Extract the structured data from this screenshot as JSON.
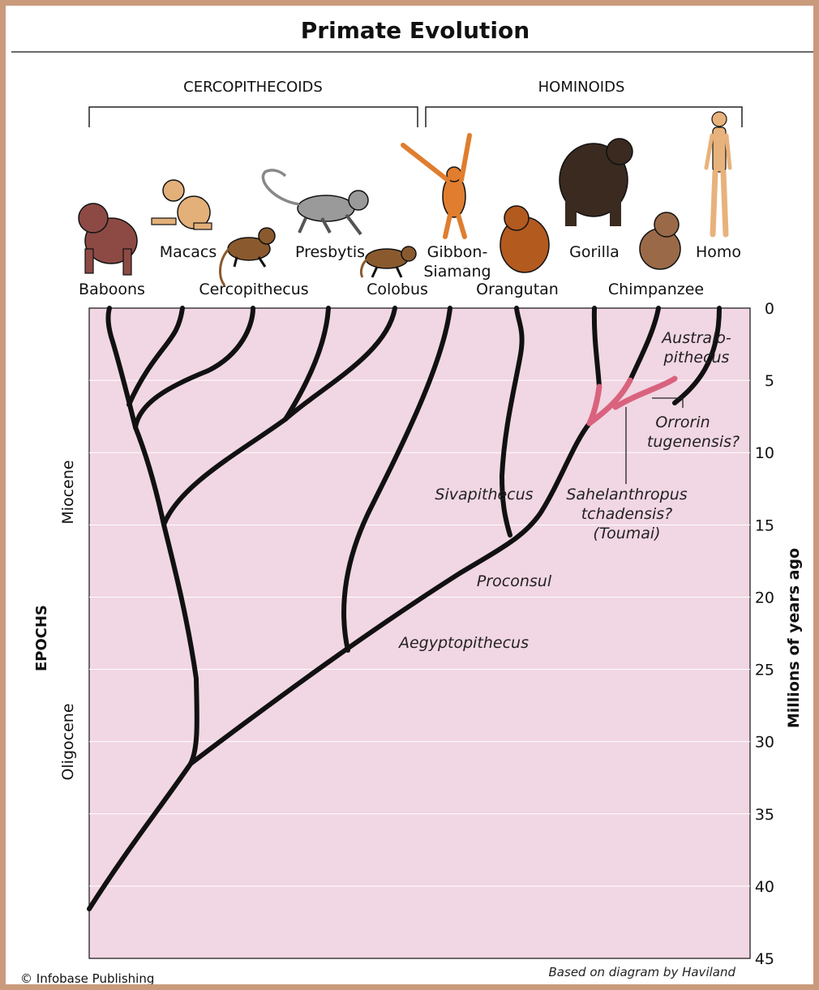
{
  "title": "Primate Evolution",
  "groups": {
    "left": "CERCOPITHECOIDS",
    "right": "HOMINOIDS"
  },
  "taxa": [
    "Baboons",
    "Macacs",
    "Cercopithecus",
    "Presbytis",
    "Colobus",
    "Gibbon-",
    "Siamang",
    "Orangutan",
    "Gorilla",
    "Chimpanzee",
    "Homo"
  ],
  "fossils": {
    "australo_1": "Australo-",
    "australo_2": "pithecus",
    "orrorin_1": "Orrorin",
    "orrorin_2": "tugenensis?",
    "sivapithecus": "Sivapithecus",
    "sahel_1": "Sahelanthropus",
    "sahel_2": "tchadensis?",
    "sahel_3": "(Toumai)",
    "proconsul": "Proconsul",
    "aegyptopithecus": "Aegyptopithecus"
  },
  "axis": {
    "label": "Millions of years ago",
    "ticks": [
      "0",
      "5",
      "10",
      "15",
      "20",
      "25",
      "30",
      "35",
      "40",
      "45"
    ]
  },
  "epochs": {
    "label": "EPOCHS",
    "miocene": "Miocene",
    "oligocene": "Oligocene"
  },
  "footer": {
    "credit": "© Infobase Publishing",
    "source": "Based on diagram by Haviland"
  },
  "colors": {
    "plot_bg": "#f1d6e3",
    "branch": "#111111",
    "hominin_branch": "#d9637e",
    "border": "#c99a7c"
  },
  "animal_icons": [
    "baboon-icon",
    "macaque-icon",
    "cercopithecus-icon",
    "presbytis-icon",
    "colobus-icon",
    "gibbon-icon",
    "orangutan-icon",
    "gorilla-icon",
    "chimpanzee-icon",
    "human-icon"
  ]
}
